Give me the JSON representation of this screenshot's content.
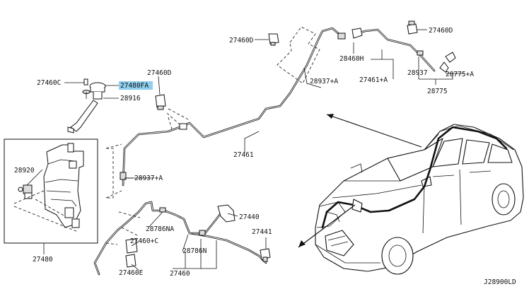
{
  "diagram": {
    "code": "J28900LD",
    "callouts": [
      {
        "id": "27460D_a",
        "text": "27460D"
      },
      {
        "id": "27460D_b",
        "text": "27460D"
      },
      {
        "id": "27460D_c",
        "text": "27460D"
      },
      {
        "id": "27460C",
        "text": "27460C"
      },
      {
        "id": "27480FA",
        "text": "27480FA",
        "highlight": true
      },
      {
        "id": "28916",
        "text": "28916"
      },
      {
        "id": "28937A_a",
        "text": "28937+A"
      },
      {
        "id": "28937A_b",
        "text": "28937+A"
      },
      {
        "id": "28460H",
        "text": "28460H"
      },
      {
        "id": "27461A",
        "text": "27461+A"
      },
      {
        "id": "28937",
        "text": "28937"
      },
      {
        "id": "28775A",
        "text": "28775+A"
      },
      {
        "id": "28775",
        "text": "28775"
      },
      {
        "id": "27461",
        "text": "27461"
      },
      {
        "id": "28920",
        "text": "28920"
      },
      {
        "id": "27480",
        "text": "27480"
      },
      {
        "id": "27440",
        "text": "27440"
      },
      {
        "id": "28786NA",
        "text": "28786NA"
      },
      {
        "id": "27460C2",
        "text": "27460+C"
      },
      {
        "id": "28786N",
        "text": "28786N"
      },
      {
        "id": "27441",
        "text": "27441"
      },
      {
        "id": "27460E",
        "text": "27460E"
      },
      {
        "id": "27460",
        "text": "27460"
      }
    ],
    "colors": {
      "line": "#111111",
      "highlight": "#8fd0ef",
      "background": "#ffffff"
    }
  }
}
